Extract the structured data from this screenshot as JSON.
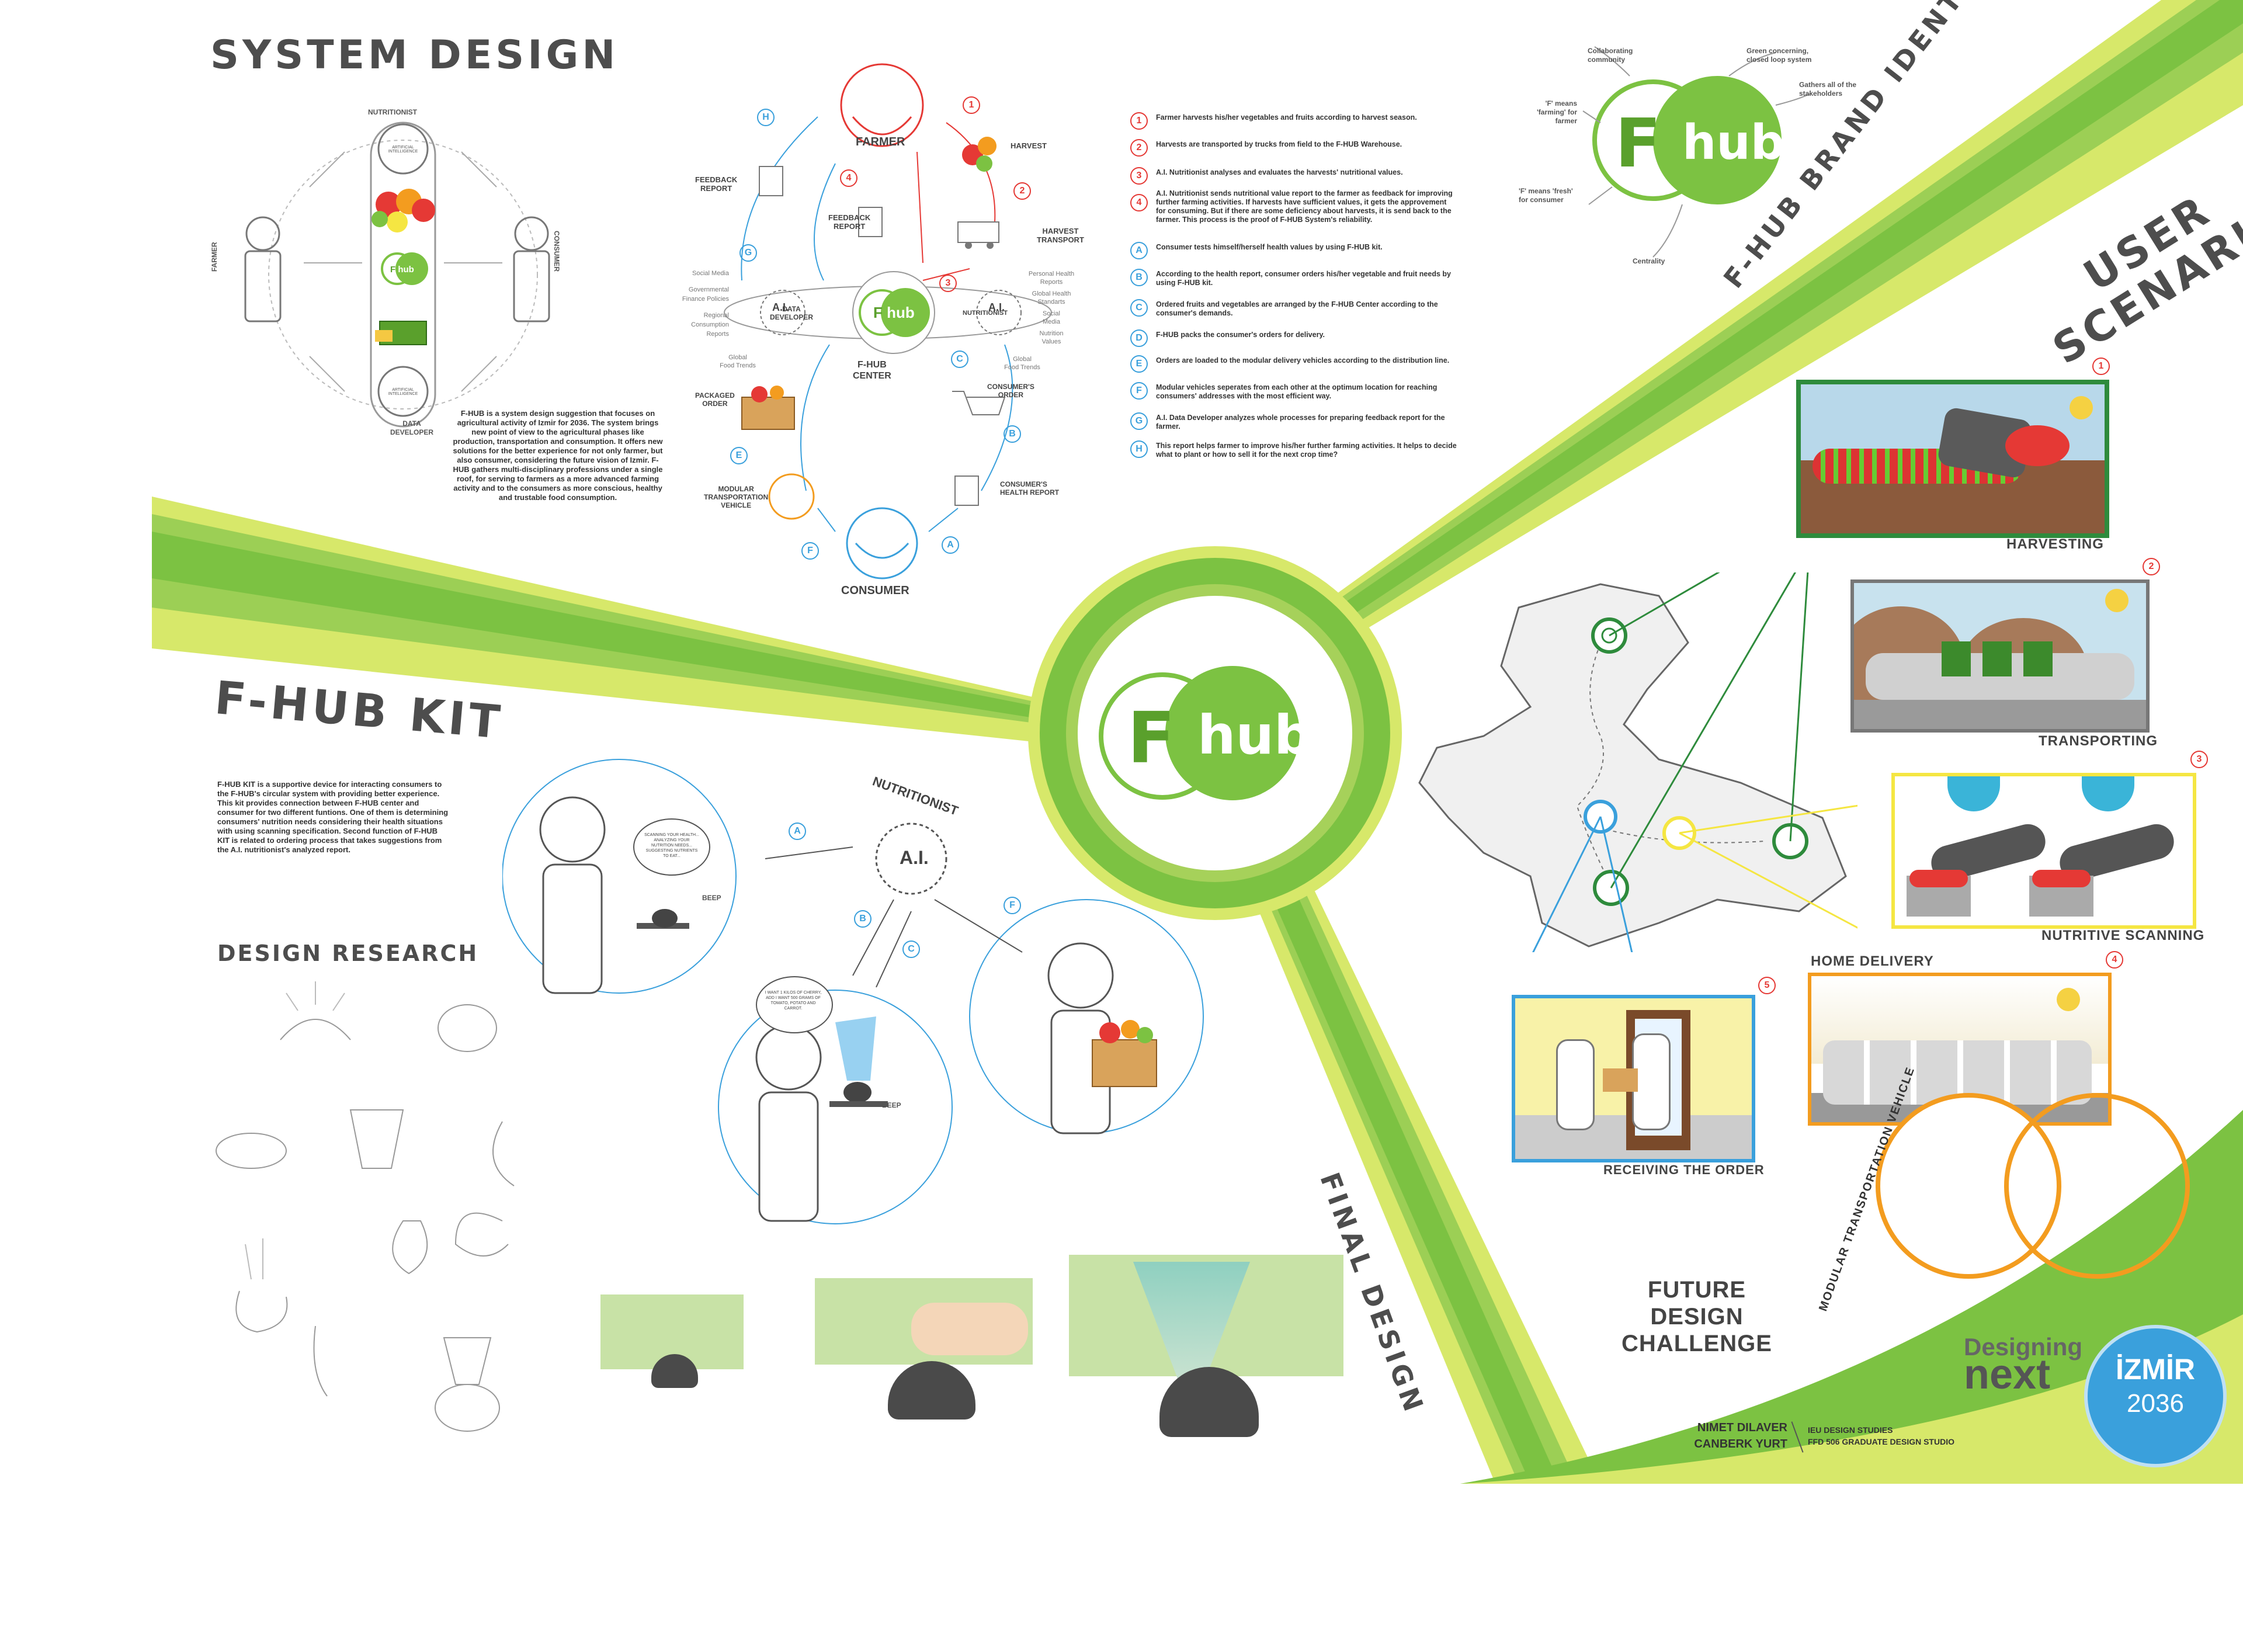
{
  "titles": {
    "system_design": "SYSTEM DESIGN",
    "fhub_kit": "F-HUB KIT",
    "design_research": "DESIGN RESEARCH",
    "final_design": "FINAL DESIGN",
    "brand_identity": "F-HUB BRAND IDENTITY",
    "user_scenario_1": "USER",
    "user_scenario_2": "SCENARIO"
  },
  "logo": {
    "f": "F",
    "hub": "hub"
  },
  "system_diagram": {
    "nutritionist": "NUTRITIONIST",
    "farmer": "FARMER",
    "consumer": "CONSUMER",
    "data_developer_1": "DATA",
    "data_developer_2": "DEVELOPER",
    "ai_label": "ARTIFICIAL INTELLIGENCE",
    "description": "F-HUB is a system design suggestion that focuses on agricultural activity of Izmir for 2036. The system brings new point of view to the agricultural phases like production, transportation and consumption. It offers new solutions for the better experience for not only farmer, but also consumer, considering the future vision of Izmir. F-HUB gathers multi-disciplinary professions under a single roof, for serving to farmers as a more advanced farming activity and to the consumers as more conscious, healthy and trustable food consumption."
  },
  "cycle": {
    "farmer": "FARMER",
    "consumer": "CONSUMER",
    "center_1": "F-HUB",
    "center_2": "CENTER",
    "harvest": "HARVEST",
    "harvest_transport_1": "HARVEST",
    "harvest_transport_2": "TRANSPORT",
    "feedback_report_top_1": "FEEDBACK",
    "feedback_report_top_2": "REPORT",
    "feedback_report_1": "FEEDBACK",
    "feedback_report_2": "REPORT",
    "data_developer_1": "DATA",
    "data_developer_2": "DEVELOPER",
    "ai": "A.I.",
    "nutritionist": "NUTRITIONIST",
    "packaged_order_1": "PACKAGED",
    "packaged_order_2": "ORDER",
    "consumers_order_1": "CONSUMER'S",
    "consumers_order_2": "ORDER",
    "modular_vehicle_1": "MODULAR",
    "modular_vehicle_2": "TRANSPORTATION",
    "modular_vehicle_3": "VEHICLE",
    "consumers_health_1": "CONSUMER'S",
    "consumers_health_2": "HEALTH REPORT",
    "left_inputs": [
      "Social Media",
      "Governmental",
      "Finance Policies",
      "Regional",
      "Consumption",
      "Reports",
      "Global",
      "Food Trends"
    ],
    "right_inputs": [
      "Personal Health",
      "Reports",
      "Global Health",
      "Standarts",
      "Social",
      "Media",
      "Nutrition",
      "Values",
      "Global",
      "Food Trends"
    ],
    "nums": [
      "1",
      "2",
      "3",
      "4"
    ],
    "letters": [
      "A",
      "B",
      "C",
      "E",
      "F",
      "G",
      "H"
    ]
  },
  "steps": [
    {
      "key": "1",
      "text": "Farmer harvests his/her vegetables and fruits according to harvest season."
    },
    {
      "key": "2",
      "text": "Harvests are transported by trucks from field to the F-HUB Warehouse."
    },
    {
      "key": "3",
      "text": "A.I. Nutritionist analyses and evaluates the harvests' nutritional values."
    },
    {
      "key": "4",
      "text": "A.I. Nutritionist sends nutritional value report to the farmer as feedback for improving further farming activities. If harvests have sufficient values, it gets the approvement for consuming. But if there are some deficiency about harvests, it is send back to the farmer. This process is the proof of F-HUB System's reliability."
    },
    {
      "key": "A",
      "text": "Consumer tests himself/herself health values by using F-HUB kit."
    },
    {
      "key": "B",
      "text": "According to the health report, consumer orders his/her vegetable and fruit needs by using F-HUB kit."
    },
    {
      "key": "C",
      "text": "Ordered fruits and vegetables are arranged by the F-HUB Center according to the consumer's demands."
    },
    {
      "key": "D",
      "text": "F-HUB packs the consumer's orders for delivery."
    },
    {
      "key": "E",
      "text": "Orders are loaded to the modular delivery vehicles according to the distribution line."
    },
    {
      "key": "F",
      "text": "Modular vehicles seperates from each other at the optimum location for reaching consumers' addresses with the most efficient way."
    },
    {
      "key": "G",
      "text": "A.I. Data Developer analyzes whole processes for preparing feedback report for the farmer."
    },
    {
      "key": "H",
      "text": "This report helps farmer to improve his/her further farming activities. It helps to decide what to plant or how to sell it for the next crop time?"
    }
  ],
  "brand": {
    "collab": "Collaborating community",
    "green": "Green concerning, closed loop system",
    "stakeholders": "Gathers all of the stakeholders",
    "f_farming": "'F' means 'farming' for farmer",
    "f_fresh": "'F' means 'fresh' for consumer",
    "centrality": "Centrality"
  },
  "kit": {
    "description": "F-HUB KIT is a supportive device for interacting consumers to the F-HUB's circular system with providing better experience. This kit provides connection between F-HUB center and consumer for two different funtions. One of them is determining consumers' nutrition needs considering their health situations with using scanning specification. Second function of F-HUB KIT is related to ordering process that takes suggestions from the A.I. nutritionist's analyzed report.",
    "ai_top": "NUTRITIONIST",
    "ai": "A.I.",
    "bubble_1": "SCANNING YOUR HEALTH... ANALYZING YOUR NUTRITION NEEDS... SUGGESTING NUTRIENTS TO EAT...",
    "bubble_2": "I WANT 1 KILOS OF CHERRY, ADD I WANT 500 GRAMS OF TOMATO, POTATO AND CARROT.",
    "beep": "BEEP",
    "arrows": [
      "A",
      "B",
      "C",
      "F"
    ]
  },
  "scenario": {
    "harvesting": "HARVESTING",
    "transporting": "TRANSPORTING",
    "nutritive_scanning": "NUTRITIVE SCANNING",
    "home_delivery": "HOME DELIVERY",
    "receiving": "RECEIVING THE ORDER",
    "n1": "1",
    "n2": "2",
    "n3": "3",
    "n4": "4",
    "n5": "5",
    "future_1": "FUTURE DESIGN",
    "future_2": "CHALLENGE",
    "modular_arc": "MODULAR TRANSPORTATION VEHICLE"
  },
  "credits": {
    "name1": "NIMET DILAVER",
    "name2": "CANBERK YURT",
    "studio1": "IEU DESIGN STUDIES",
    "studio2": "FFD 506 GRADUATE DESIGN STUDIO",
    "designing": "Designing",
    "next": "next",
    "izmir": "İZMİR",
    "year": "2036"
  },
  "colors": {
    "green": "#7cc242",
    "dark_green": "#5aa02c",
    "lime": "#d7e86a",
    "red": "#e53935",
    "blue": "#3aa0dc",
    "orange": "#f39c1f",
    "yellow": "#f5e642",
    "gray_text": "#4d4d4d"
  }
}
